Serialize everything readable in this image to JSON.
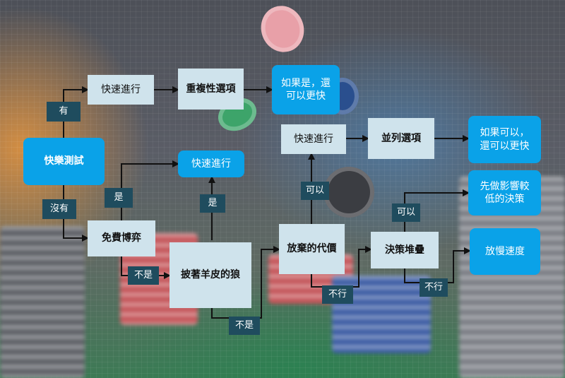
{
  "nodes": {
    "quick_test": "快樂測試",
    "fast1": "快速進行",
    "repeat": "重複性選項",
    "if_yes_1": "如果是，還可以更快",
    "fast2": "快速進行",
    "free_game": "免費博弈",
    "sheep": "披著羊皮的狼",
    "fast3": "快速進行",
    "parallel": "並列選項",
    "if_can": "如果可以，還可以更快",
    "give_up": "放棄的代價",
    "stack": "決策堆疊",
    "first": "先做影響較低的決策",
    "slow": "放慢速度"
  },
  "labels": {
    "yes_you": "有",
    "no_meiyou": "沒有",
    "shi_1": "是",
    "bushi_1": "不是",
    "shi_2": "是",
    "bushi_2": "不是",
    "keyi_1": "可以",
    "buxing_1": "不行",
    "keyi_2": "可以",
    "buxing_2": "不行"
  },
  "colors": {
    "light_box": "#cfe3ec",
    "accent_box": "#0aa2e8",
    "label_box": "#1f4c5e",
    "arrow": "#111111"
  }
}
